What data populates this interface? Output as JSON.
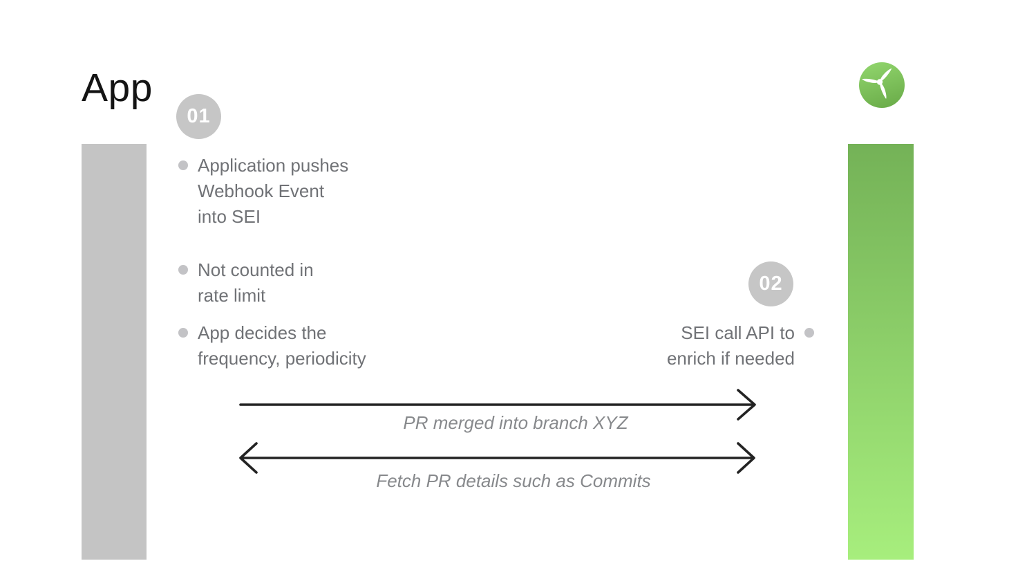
{
  "title": "App",
  "colors": {
    "bg": "#ffffff",
    "title-text": "#141414",
    "body-text": "#707276",
    "label-text": "#87898c",
    "bullet-dot": "#c3c3c6",
    "badge-bg": "#c6c6c6",
    "badge-text": "#ffffff",
    "left-bar": "#c4c4c4",
    "green-top": "#74b257",
    "green-bottom": "#a7ee7d",
    "logo-green-light": "#8fd36b",
    "logo-green-dark": "#6bad4a",
    "arrow": "#232323"
  },
  "steps": {
    "step1": {
      "number": "01"
    },
    "step2": {
      "number": "02"
    }
  },
  "app_notes": {
    "item1": {
      "line1": "Application pushes",
      "line2": "Webhook Event",
      "line3": "into SEI"
    },
    "item2": {
      "line1": "Not counted in",
      "line2": "rate limit"
    },
    "item3": {
      "line1": "App decides the",
      "line2": "frequency, periodicity"
    }
  },
  "sei_note": {
    "line1": "SEI call API to",
    "line2": "enrich if needed"
  },
  "arrows": {
    "forward": {
      "label": "PR merged into branch XYZ",
      "direction": "right"
    },
    "backward": {
      "label": "Fetch PR details such as Commits",
      "direction": "both"
    }
  },
  "logo": {
    "name": "sei-propeller-logo"
  }
}
